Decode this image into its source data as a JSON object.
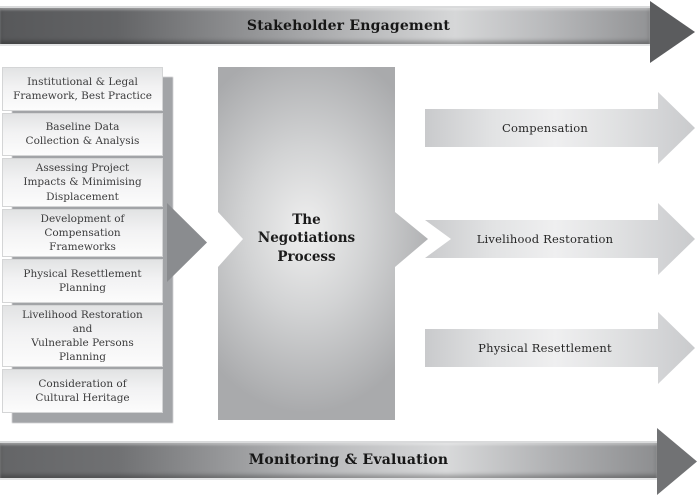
{
  "banners": {
    "top": "Stakeholder Engagement",
    "bottom": "Monitoring & Evaluation"
  },
  "left_stack": {
    "items": [
      [
        "Institutional & Legal",
        "Framework, Best Practice"
      ],
      [
        "Baseline Data",
        "Collection & Analysis"
      ],
      [
        "Assessing Project",
        "Impacts & Minimising",
        "Displacement"
      ],
      [
        "Development of",
        "Compensation Frameworks"
      ],
      [
        "Physical Resettlement",
        "Planning"
      ],
      [
        "Livelihood Restoration and",
        "Vulnerable Persons Planning"
      ],
      [
        "Consideration of",
        "Cultural Heritage"
      ]
    ]
  },
  "center": {
    "title": [
      "The",
      "Negotiations",
      "Process"
    ]
  },
  "right_arrows": [
    {
      "label": "Compensation"
    },
    {
      "label": "Livelihood Restoration"
    },
    {
      "label": "Physical Resettlement"
    }
  ],
  "colors": {
    "banner_dark": "#58595b",
    "banner_light": "#d6d7d8",
    "stack_shadow": "#a2a4a7",
    "connector_arrow": "#8a8c8f",
    "center_box_edge": "#a9aaac",
    "outcome_arrow_light": "#efeff0"
  }
}
